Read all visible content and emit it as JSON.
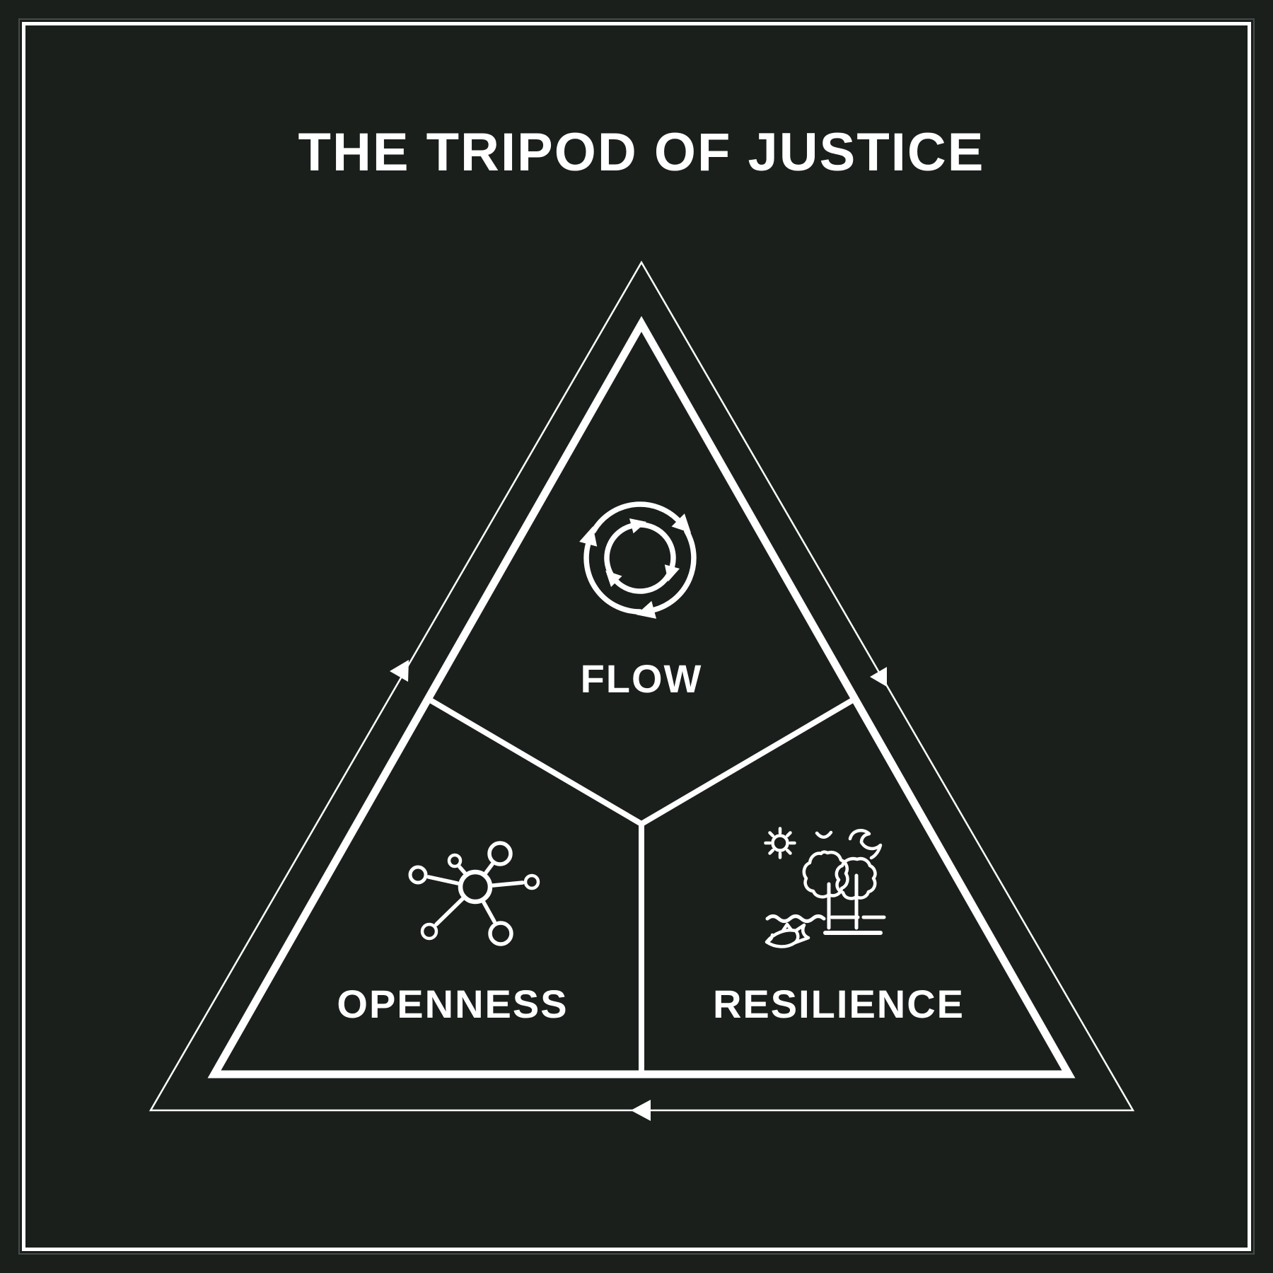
{
  "title": "THE TRIPOD OF JUSTICE",
  "sections": [
    {
      "id": "flow",
      "label": "FLOW",
      "icon": "cycle-arrows-icon",
      "position": "top"
    },
    {
      "id": "openness",
      "label": "OPENNESS",
      "icon": "network-nodes-icon",
      "position": "bottom-left"
    },
    {
      "id": "resilience",
      "label": "RESILIENCE",
      "icon": "ecosystem-landscape-icon",
      "position": "bottom-right"
    }
  ],
  "colors": {
    "background": "#1a1f1c",
    "line": "#ffffff"
  }
}
